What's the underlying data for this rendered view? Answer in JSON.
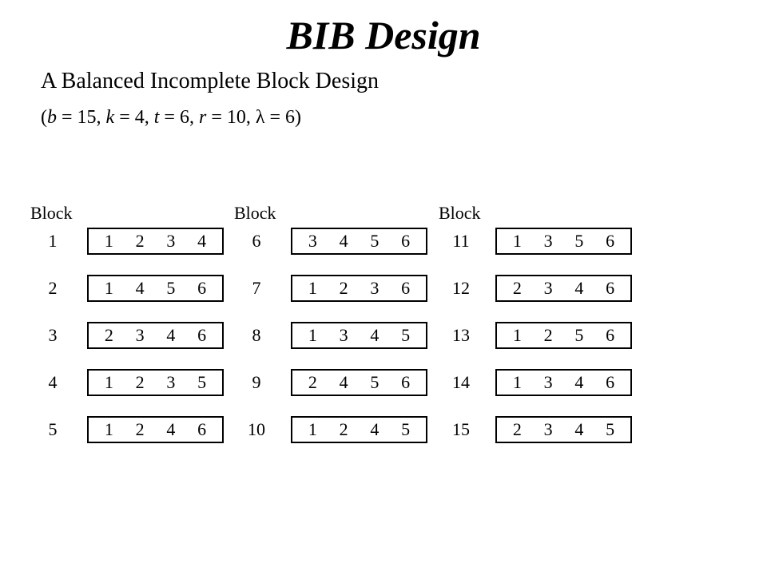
{
  "title": "BIB Design",
  "subtitle": "A Balanced Incomplete Block Design",
  "parameters": {
    "open": "(",
    "b_var": "b",
    "b_text": " = 15, ",
    "k_var": "k",
    "k_text": " = 4, ",
    "t_var": "t",
    "t_text": " = 6, ",
    "r_var": "r",
    "r_text": " = 10, ",
    "lambda_symbol": "λ",
    "lambda_text": " = 6)"
  },
  "columns": [
    {
      "header": "Block",
      "blocks": [
        {
          "number": "1",
          "treatments": [
            "1",
            "2",
            "3",
            "4"
          ]
        },
        {
          "number": "2",
          "treatments": [
            "1",
            "4",
            "5",
            "6"
          ]
        },
        {
          "number": "3",
          "treatments": [
            "2",
            "3",
            "4",
            "6"
          ]
        },
        {
          "number": "4",
          "treatments": [
            "1",
            "2",
            "3",
            "5"
          ]
        },
        {
          "number": "5",
          "treatments": [
            "1",
            "2",
            "4",
            "6"
          ]
        }
      ]
    },
    {
      "header": "Block",
      "blocks": [
        {
          "number": "6",
          "treatments": [
            "3",
            "4",
            "5",
            "6"
          ]
        },
        {
          "number": "7",
          "treatments": [
            "1",
            "2",
            "3",
            "6"
          ]
        },
        {
          "number": "8",
          "treatments": [
            "1",
            "3",
            "4",
            "5"
          ]
        },
        {
          "number": "9",
          "treatments": [
            "2",
            "4",
            "5",
            "6"
          ]
        },
        {
          "number": "10",
          "treatments": [
            "1",
            "2",
            "4",
            "5"
          ]
        }
      ]
    },
    {
      "header": "Block",
      "blocks": [
        {
          "number": "11",
          "treatments": [
            "1",
            "3",
            "5",
            "6"
          ]
        },
        {
          "number": "12",
          "treatments": [
            "2",
            "3",
            "4",
            "6"
          ]
        },
        {
          "number": "13",
          "treatments": [
            "1",
            "2",
            "5",
            "6"
          ]
        },
        {
          "number": "14",
          "treatments": [
            "1",
            "3",
            "4",
            "6"
          ]
        },
        {
          "number": "15",
          "treatments": [
            "2",
            "3",
            "4",
            "5"
          ]
        }
      ]
    }
  ]
}
